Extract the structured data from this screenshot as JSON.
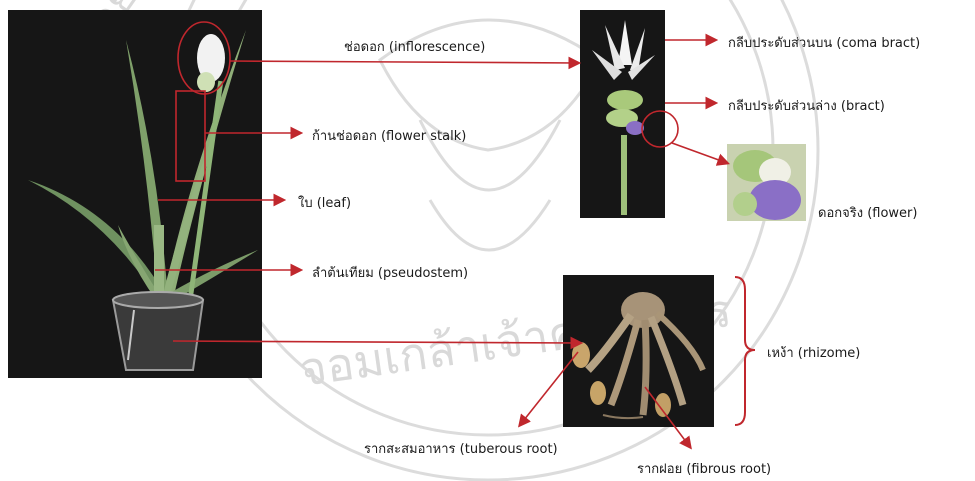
{
  "watermark": {
    "text": "จอมเกล้าเจ้าคุณทหาร",
    "partial_text": "โนโลยีพระ",
    "color": "#d9d9d9"
  },
  "labels": {
    "inflorescence": "ช่อดอก (inflorescence)",
    "flower_stalk": "ก้านช่อดอก (flower stalk)",
    "leaf": "ใบ (leaf)",
    "pseudostem": "ลำต้นเทียม (pseudostem)",
    "coma_bract": "กลีบประดับส่วนบน (coma bract)",
    "bract": "กลีบประดับส่วนล่าง (bract)",
    "flower": "ดอกจริง (flower)",
    "rhizome": "เหง้า (rhizome)",
    "tuberous_root": "รากสะสมอาหาร (tuberous root)",
    "fibrous_root": "รากฝอย (fibrous root)"
  },
  "colors": {
    "arrow": "#c0272d",
    "bracket": "#c0272d",
    "photo_bg": "#161616",
    "text": "#1a1a1a"
  }
}
